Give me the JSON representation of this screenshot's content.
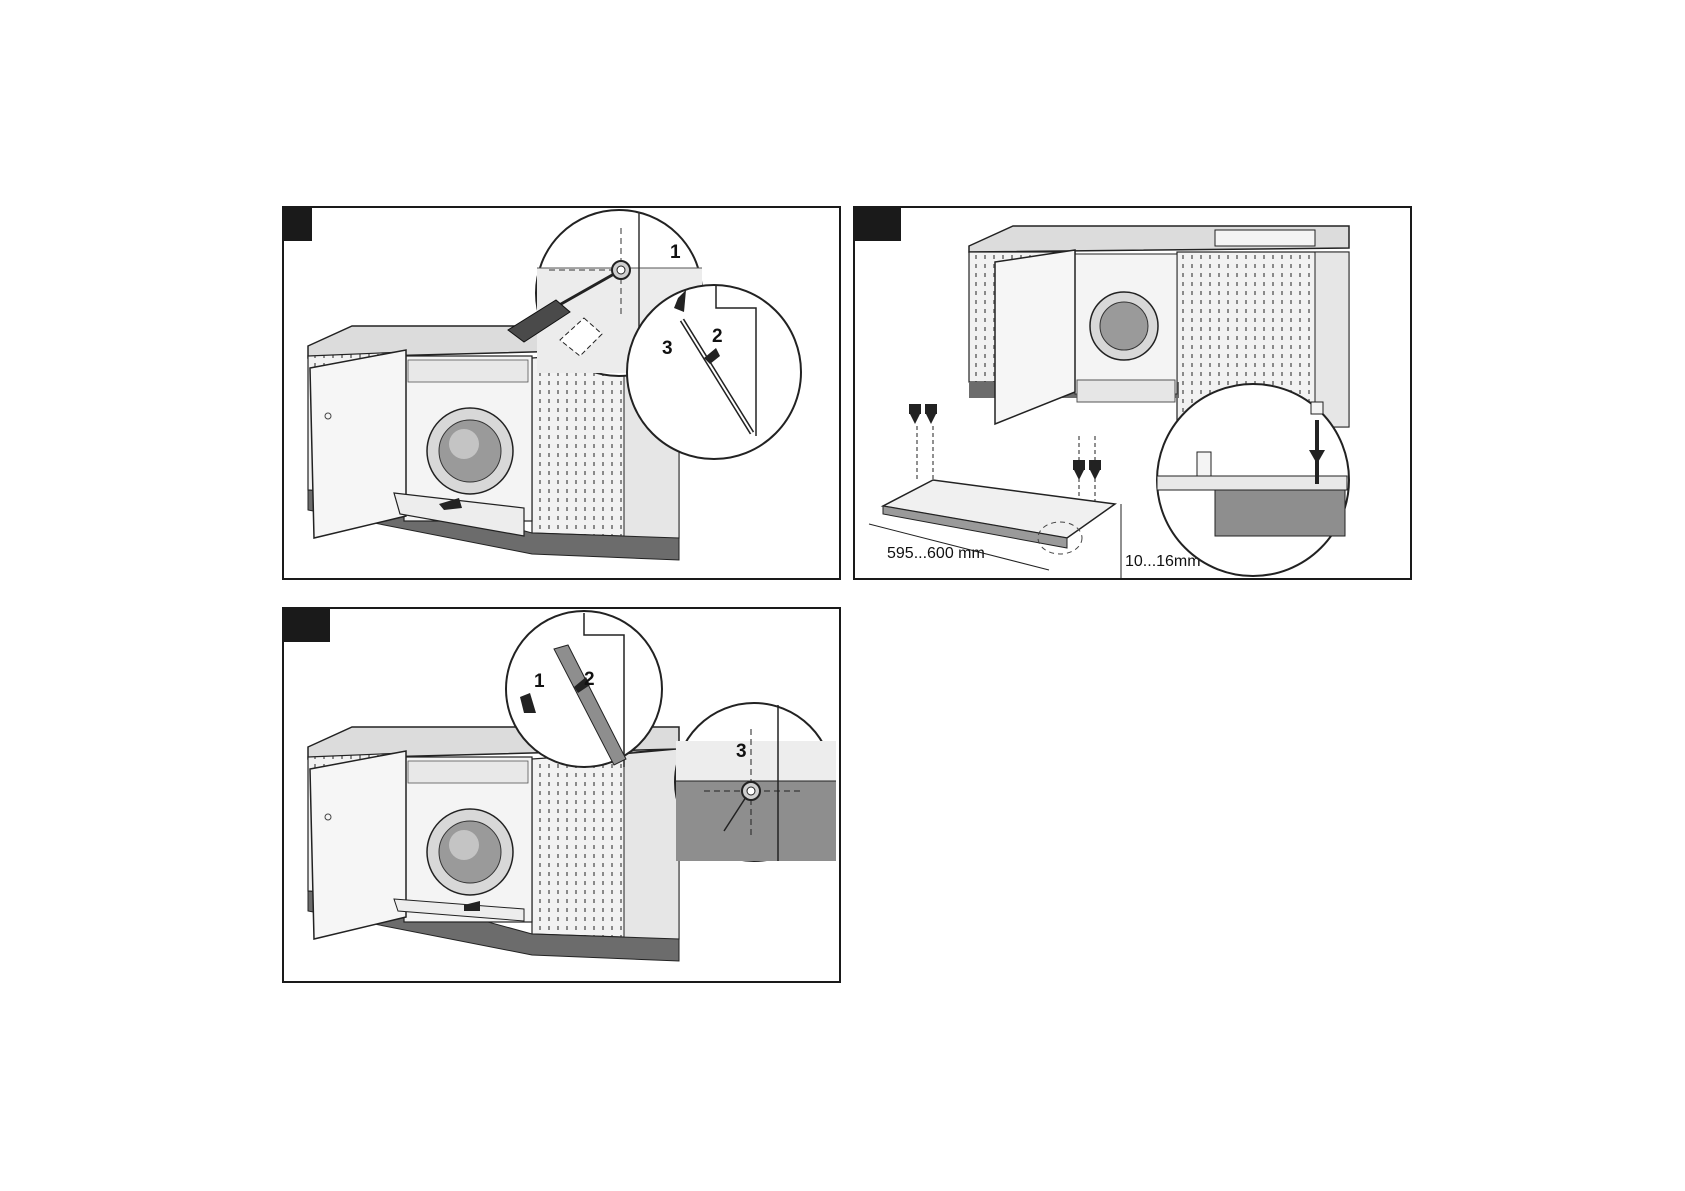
{
  "panel1": {
    "callouts": [
      "1",
      "2",
      "3"
    ]
  },
  "panel2": {
    "width_dim": "595...600 mm",
    "height_dim": "10...16mm"
  },
  "panel3": {
    "callouts": [
      "1",
      "2",
      "3"
    ]
  },
  "footer": {
    "text": ""
  }
}
